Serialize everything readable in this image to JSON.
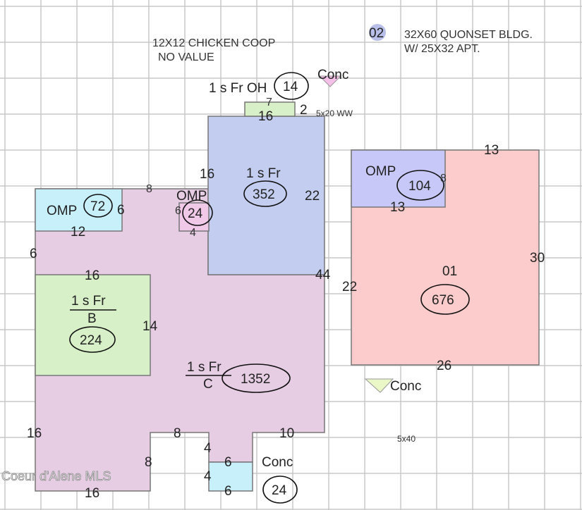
{
  "notes": {
    "coop_line1": "12X12 CHICKEN COOP",
    "coop_line2": "NO VALUE",
    "building_id": "02",
    "quonset_line1": "32X60 QUONSET BLDG.",
    "quonset_line2": "W/ 25X32 APT.",
    "ww": "5x20 WW",
    "conc_slab": "5x40"
  },
  "areas": {
    "oh": {
      "label": "1 s Fr OH",
      "area": "14",
      "dims": [
        "7",
        "2",
        "16"
      ]
    },
    "conc_top": {
      "label": "Conc"
    },
    "upper": {
      "label": "1 s Fr",
      "area": "352",
      "dims": [
        "16",
        "22",
        "44"
      ]
    },
    "omp_left": {
      "label": "OMP",
      "area": "72",
      "dims": [
        "8",
        "6",
        "12"
      ]
    },
    "omp_small": {
      "label": "OMP",
      "area": "24",
      "dims": [
        "6",
        "4"
      ]
    },
    "b": {
      "label": "1 s Fr",
      "sub": "B",
      "area": "224",
      "dims": [
        "16",
        "14"
      ]
    },
    "c": {
      "label": "1 s Fr",
      "sub": "C",
      "area": "1352",
      "dims": [
        "6",
        "16",
        "8",
        "8",
        "4",
        "4",
        "10",
        "16"
      ]
    },
    "conc_bottom": {
      "label": "Conc",
      "area": "24",
      "dims": [
        "6",
        "6"
      ]
    },
    "quonset": {
      "id": "01",
      "area": "676",
      "dims": [
        "13",
        "30",
        "26",
        "22"
      ]
    },
    "omp_right": {
      "label": "OMP",
      "area": "104",
      "dims": [
        "8",
        "13"
      ]
    },
    "conc_right": {
      "label": "Conc"
    }
  },
  "watermark": "Coeur d'Alene MLS",
  "colors": {
    "grid": "#c8c8c8",
    "main": "#e6cde3",
    "blue": "#c3cdf0",
    "green": "#d8f0c8",
    "cyan": "#c8f0fa",
    "pink": "#fccbcb",
    "omp_right": "#c8c8f8"
  }
}
